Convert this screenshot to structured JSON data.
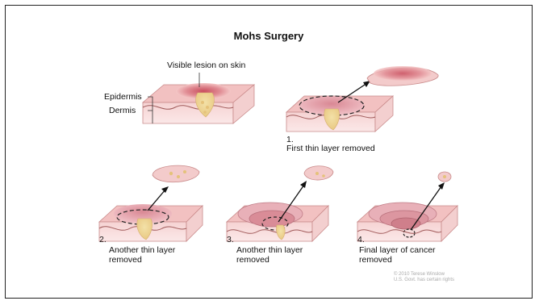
{
  "title": "Mohs Surgery",
  "labels": {
    "lesion": "Visible lesion on skin",
    "epidermis": "Epidermis",
    "dermis": "Dermis"
  },
  "steps": [
    {
      "number": "1.",
      "caption": "First thin layer removed"
    },
    {
      "number": "2.",
      "caption": "Another thin layer\nremoved"
    },
    {
      "number": "3.",
      "caption": "Another thin layer\nremoved"
    },
    {
      "number": "4.",
      "caption": "Final layer of cancer\nremoved"
    }
  ],
  "copyright": {
    "line1": "© 2010 Terese Winslow",
    "line2": "U.S. Govt. has certain rights"
  },
  "colors": {
    "skin_top": "#f4c6c6",
    "skin_side": "#f8dcdc",
    "dermis_line": "#b07070",
    "lesion": "#d9707a",
    "tumor": "#f0d79a",
    "wound": "#e7a7b0"
  }
}
